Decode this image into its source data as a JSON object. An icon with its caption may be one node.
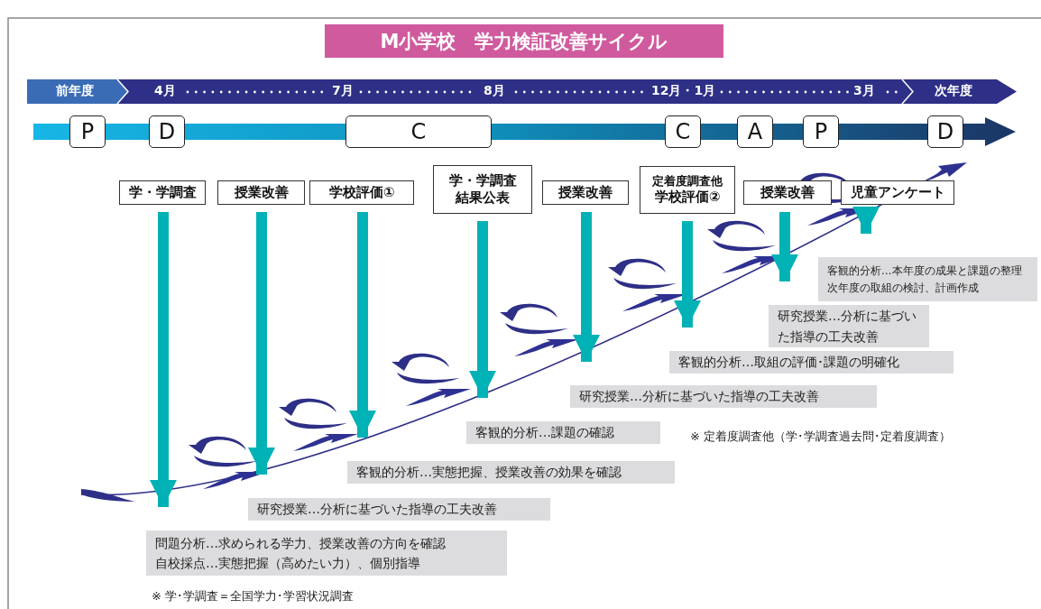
{
  "diagram": {
    "title": "M小学校　学力検証改善サイクル",
    "nodes": [
      {
        "text": [
          "P"
        ]
      },
      {
        "text": [
          "D"
        ]
      },
      {
        "text": [
          "C"
        ]
      },
      {
        "text": [
          "C"
        ]
      },
      {
        "text": [
          "A"
        ]
      },
      {
        "text": [
          "P"
        ]
      },
      {
        "text": [
          "D"
        ]
      },
      {
        "text": [
          "学・学調査"
        ]
      },
      {
        "text": [
          "授業改善"
        ]
      },
      {
        "text": [
          "学校評価①"
        ]
      },
      {
        "text": [
          "学・学調査結果公表"
        ]
      },
      {
        "text": [
          "授業改善"
        ]
      },
      {
        "text": [
          "定着度調査他",
          "学校評価②"
        ]
      },
      {
        "text": [
          "授業改善"
        ]
      },
      {
        "text": [
          "児童アンケート"
        ]
      },
      {
        "text": [
          "問題分析…求められる学力、授業改善の方向を確認",
          "自校採点…実態把握（高めたい力）、個別指導"
        ]
      },
      {
        "text": [
          "研究授業…分析に基づいた指導の工夫改善"
        ]
      },
      {
        "text": [
          "客観的分析…実態把握、授業改善の効果を確認"
        ]
      },
      {
        "text": [
          "客観的分析…課題の確認"
        ]
      },
      {
        "text": [
          "研究授業…分析に基づいた指導の工夫改善"
        ]
      },
      {
        "text": [
          "客観的分析…取組の評価･課題の明確化"
        ]
      },
      {
        "text": [
          "研究授業…分析に基づいた指導の工夫改善"
        ]
      },
      {
        "text": [
          "客観的分析…本年度の成果と課題の整理",
          "次年度の取組の検討、計画作成"
        ]
      }
    ],
    "edges": [
      {
        "from": 7,
        "to": 15,
        "arrow": "to"
      },
      {
        "from": 8,
        "to": 16,
        "arrow": "to"
      },
      {
        "from": 9,
        "to": 17,
        "arrow": "to"
      },
      {
        "from": 10,
        "to": 18,
        "arrow": "to"
      },
      {
        "from": 11,
        "to": 19,
        "arrow": "to"
      },
      {
        "from": 12,
        "to": 20,
        "arrow": "to"
      },
      {
        "from": 13,
        "to": 21,
        "arrow": "to"
      },
      {
        "from": 14,
        "to": 22,
        "arrow": "to"
      }
    ],
    "labels": [
      "前年度",
      "4月",
      "7月",
      "8月",
      "12月・1月",
      "3月",
      "次年度",
      "※ 定着度調査他（学･学調査過去問･定着度調査）",
      "※ 学･学調査＝全国学力･学習状況調査"
    ]
  }
}
